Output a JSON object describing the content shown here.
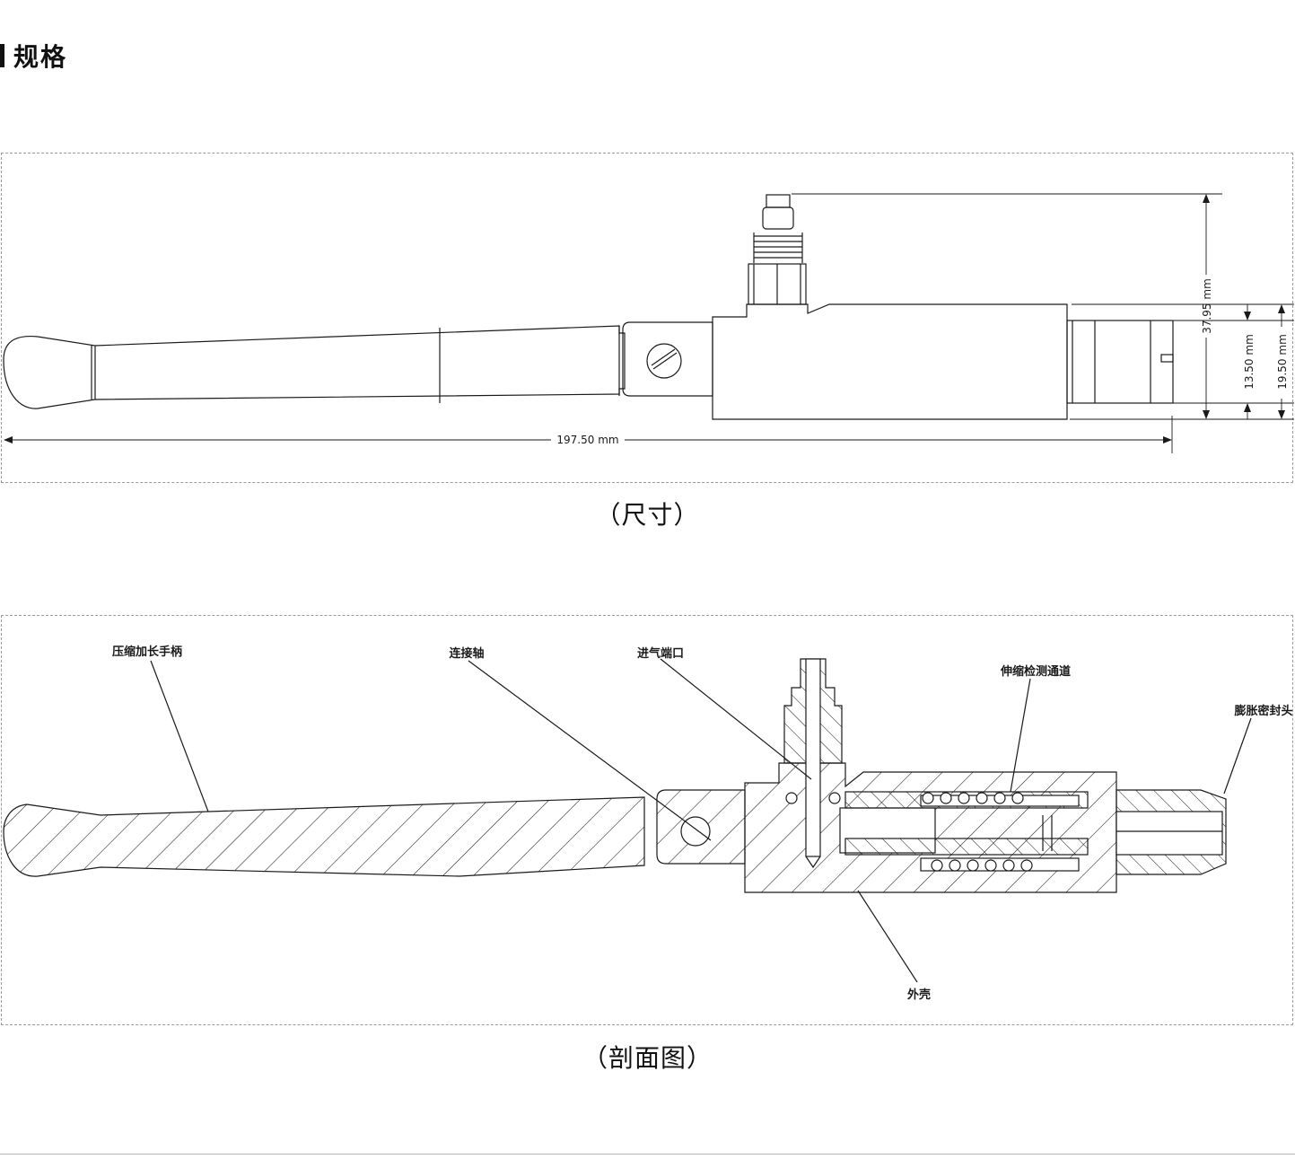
{
  "header": {
    "title": "规格"
  },
  "dimension_view": {
    "caption": "（尺寸）",
    "dimensions": {
      "overall_length": "197.50 mm",
      "total_height": "37.95 mm",
      "seal_head_diameter": "13.50 mm",
      "body_diameter": "19.50 mm"
    }
  },
  "section_view": {
    "caption": "（剖面图）",
    "labels": {
      "handle": "压缩加长手柄",
      "shaft": "连接轴",
      "inlet": "进气端口",
      "channel": "伸缩检测通道",
      "seal_head": "膨胀密封头",
      "shell": "外壳"
    }
  },
  "colors": {
    "line": "#1a1a1a",
    "dashed_border": "#9a9a9a",
    "footer_line": "#b5b5b5"
  }
}
